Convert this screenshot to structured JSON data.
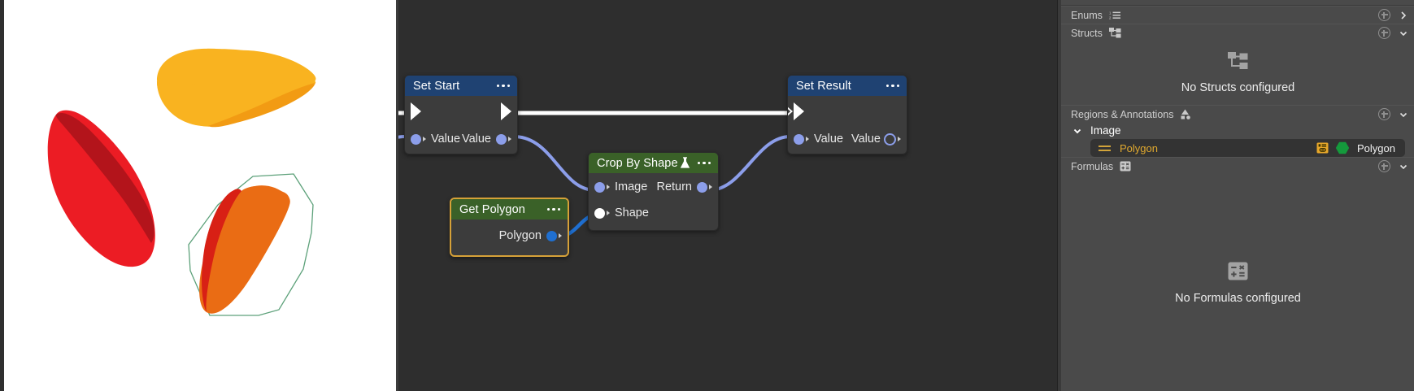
{
  "viewer": {
    "name": "image-preview",
    "background": "#ffffff",
    "shapes": [
      {
        "name": "yellow-leaf",
        "fill": "#f9b320",
        "shade": "#f29b13"
      },
      {
        "name": "red-leaf",
        "fill": "#ec1c24",
        "shade": "#b3141b"
      },
      {
        "name": "orange-leaf",
        "fill": "#ea6c14",
        "shade": "#d82015"
      }
    ],
    "annotation": {
      "name": "polygon-annotation",
      "stroke": "#5da17a"
    }
  },
  "canvas": {
    "background": "#2e2e2e",
    "wire_exec_color": "#ffffff",
    "wire_data_color": "#8c9eea",
    "wire_polygon_color": "#1f6fd0",
    "nodes": [
      {
        "id": "set-start",
        "title": "Set Start",
        "header_color": "#1f4272",
        "menu": "...",
        "selected": false,
        "exec_in": true,
        "exec_out": true,
        "exec_out_hollow": false,
        "input_label": "Value",
        "output_label": "Value",
        "input_pin": "purple",
        "output_pin": "purple"
      },
      {
        "id": "set-result",
        "title": "Set Result",
        "header_color": "#1f4272",
        "menu": "...",
        "selected": false,
        "exec_in": true,
        "exec_out": true,
        "exec_out_hollow": true,
        "input_label": "Value",
        "output_label": "Value",
        "input_pin": "purple",
        "output_pin": "hollow"
      },
      {
        "id": "crop-by-shape",
        "title": "Crop By Shape",
        "header_color": "#3a6128",
        "header_icon": "flask-icon",
        "menu": "...",
        "selected": false,
        "rows": [
          {
            "in_label": "Image",
            "in_pin": "purple",
            "out_label": "Return",
            "out_pin": "purple"
          },
          {
            "in_label": "Shape",
            "in_pin": "white",
            "out_label": "",
            "out_pin": ""
          }
        ]
      },
      {
        "id": "get-polygon",
        "title": "Get Polygon",
        "header_color": "#3a6128",
        "menu": "...",
        "selected": true,
        "output_label": "Polygon",
        "output_pin": "blue"
      }
    ]
  },
  "sidebar": {
    "sections": [
      {
        "id": "enums",
        "label": "Enums",
        "icon": "list-numbered-icon",
        "add": "+",
        "chevron": "right",
        "expanded": false
      },
      {
        "id": "structs",
        "label": "Structs",
        "icon": "struct-tree-icon",
        "add": "+",
        "chevron": "down",
        "expanded": true,
        "empty_text": "No Structs configured",
        "empty_icon": "struct-tree-icon"
      },
      {
        "id": "regions-annotations",
        "label": "Regions & Annotations",
        "icon": "shapes-icon",
        "add": "+",
        "chevron": "down",
        "expanded": true,
        "groups": [
          {
            "name": "Image",
            "chevron": "down",
            "items": [
              {
                "name": "Polygon",
                "type": "Polygon",
                "drag_handle": "drag-handle-icon",
                "link_icon": "linked-region-icon",
                "type_icon": "hexagon-icon",
                "name_color": "#e0a92f",
                "type_icon_color": "#159a3c",
                "selected": true
              }
            ]
          }
        ]
      },
      {
        "id": "formulas",
        "label": "Formulas",
        "icon": "calculator-icon",
        "add": "+",
        "chevron": "down",
        "expanded": true,
        "empty_text": "No Formulas configured",
        "empty_icon": "calculator-icon"
      }
    ]
  }
}
